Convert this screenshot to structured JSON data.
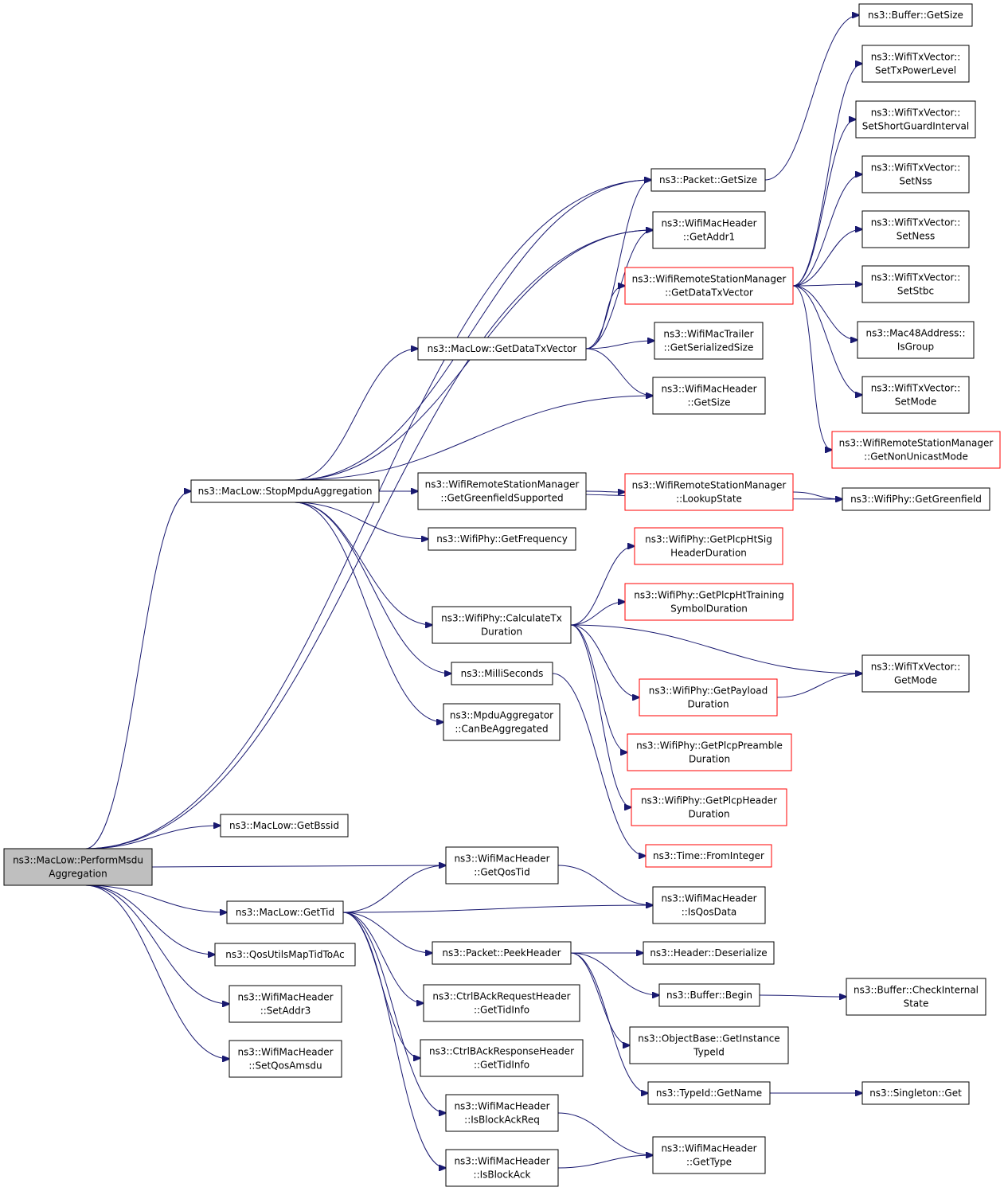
{
  "colors": {
    "edge": "#191970",
    "node_border": "#000000",
    "truncated_border": "#ff0000",
    "root_fill": "#bfbfbf",
    "node_fill": "#ffffff"
  },
  "nodes": [
    {
      "id": "perform_msdu",
      "lines": [
        "ns3::MacLow::PerformMsdu",
        "Aggregation"
      ],
      "style": "root"
    },
    {
      "id": "stop_mpdu",
      "lines": [
        "ns3::MacLow::StopMpduAggregation"
      ],
      "style": "normal"
    },
    {
      "id": "get_bssid",
      "lines": [
        "ns3::MacLow::GetBssid"
      ],
      "style": "normal"
    },
    {
      "id": "get_tid",
      "lines": [
        "ns3::MacLow::GetTid"
      ],
      "style": "normal"
    },
    {
      "id": "qos_map",
      "lines": [
        "ns3::QosUtilsMapTidToAc"
      ],
      "style": "normal"
    },
    {
      "id": "set_addr3",
      "lines": [
        "ns3::WifiMacHeader",
        "::SetAddr3"
      ],
      "style": "normal"
    },
    {
      "id": "set_qos_amsdu",
      "lines": [
        "ns3::WifiMacHeader",
        "::SetQosAmsdu"
      ],
      "style": "normal"
    },
    {
      "id": "get_data_txv",
      "lines": [
        "ns3::MacLow::GetDataTxVector"
      ],
      "style": "normal"
    },
    {
      "id": "get_gf_supported",
      "lines": [
        "ns3::WifiRemoteStationManager",
        "::GetGreenfieldSupported"
      ],
      "style": "normal"
    },
    {
      "id": "get_frequency",
      "lines": [
        "ns3::WifiPhy::GetFrequency"
      ],
      "style": "normal"
    },
    {
      "id": "calc_tx_dur",
      "lines": [
        "ns3::WifiPhy::CalculateTx",
        "Duration"
      ],
      "style": "normal"
    },
    {
      "id": "milliseconds",
      "lines": [
        "ns3::MilliSeconds"
      ],
      "style": "normal"
    },
    {
      "id": "can_be_agg",
      "lines": [
        "ns3::MpduAggregator",
        "::CanBeAggregated"
      ],
      "style": "normal"
    },
    {
      "id": "get_qos_tid",
      "lines": [
        "ns3::WifiMacHeader",
        "::GetQosTid"
      ],
      "style": "normal"
    },
    {
      "id": "peek_header",
      "lines": [
        "ns3::Packet::PeekHeader"
      ],
      "style": "normal"
    },
    {
      "id": "ctrl_req_tid",
      "lines": [
        "ns3::CtrlBAckRequestHeader",
        "::GetTidInfo"
      ],
      "style": "normal"
    },
    {
      "id": "ctrl_resp_tid",
      "lines": [
        "ns3::CtrlBAckResponseHeader",
        "::GetTidInfo"
      ],
      "style": "normal"
    },
    {
      "id": "is_back_req",
      "lines": [
        "ns3::WifiMacHeader",
        "::IsBlockAckReq"
      ],
      "style": "normal"
    },
    {
      "id": "is_back",
      "lines": [
        "ns3::WifiMacHeader",
        "::IsBlockAck"
      ],
      "style": "normal"
    },
    {
      "id": "packet_get_size",
      "lines": [
        "ns3::Packet::GetSize"
      ],
      "style": "normal"
    },
    {
      "id": "get_addr1",
      "lines": [
        "ns3::WifiMacHeader",
        "::GetAddr1"
      ],
      "style": "normal"
    },
    {
      "id": "rsm_get_data_txv",
      "lines": [
        "ns3::WifiRemoteStationManager",
        "::GetDataTxVector"
      ],
      "style": "truncated"
    },
    {
      "id": "trailer_ser_size",
      "lines": [
        "ns3::WifiMacTrailer",
        "::GetSerializedSize"
      ],
      "style": "normal"
    },
    {
      "id": "hdr_get_size",
      "lines": [
        "ns3::WifiMacHeader",
        "::GetSize"
      ],
      "style": "normal"
    },
    {
      "id": "lookup_state",
      "lines": [
        "ns3::WifiRemoteStationManager",
        "::LookupState"
      ],
      "style": "truncated"
    },
    {
      "id": "ht_sig",
      "lines": [
        "ns3::WifiPhy::GetPlcpHtSig",
        "HeaderDuration"
      ],
      "style": "truncated"
    },
    {
      "id": "ht_training",
      "lines": [
        "ns3::WifiPhy::GetPlcpHtTraining",
        "SymbolDuration"
      ],
      "style": "truncated"
    },
    {
      "id": "payload_dur",
      "lines": [
        "ns3::WifiPhy::GetPayload",
        "Duration"
      ],
      "style": "truncated"
    },
    {
      "id": "preamble_dur",
      "lines": [
        "ns3::WifiPhy::GetPlcpPreamble",
        "Duration"
      ],
      "style": "truncated"
    },
    {
      "id": "plcp_hdr_dur",
      "lines": [
        "ns3::WifiPhy::GetPlcpHeader",
        "Duration"
      ],
      "style": "truncated"
    },
    {
      "id": "from_integer",
      "lines": [
        "ns3::Time::FromInteger"
      ],
      "style": "truncated"
    },
    {
      "id": "is_qos_data",
      "lines": [
        "ns3::WifiMacHeader",
        "::IsQosData"
      ],
      "style": "normal"
    },
    {
      "id": "deserialize",
      "lines": [
        "ns3::Header::Deserialize"
      ],
      "style": "normal"
    },
    {
      "id": "buf_begin",
      "lines": [
        "ns3::Buffer::Begin"
      ],
      "style": "normal"
    },
    {
      "id": "get_inst_typeid",
      "lines": [
        "ns3::ObjectBase::GetInstance",
        "TypeId"
      ],
      "style": "normal"
    },
    {
      "id": "typeid_getname",
      "lines": [
        "ns3::TypeId::GetName"
      ],
      "style": "normal"
    },
    {
      "id": "hdr_get_type",
      "lines": [
        "ns3::WifiMacHeader",
        "::GetType"
      ],
      "style": "normal"
    },
    {
      "id": "buf_get_size",
      "lines": [
        "ns3::Buffer::GetSize"
      ],
      "style": "normal"
    },
    {
      "id": "set_tx_power",
      "lines": [
        "ns3::WifiTxVector::",
        "SetTxPowerLevel"
      ],
      "style": "normal"
    },
    {
      "id": "set_sgi",
      "lines": [
        "ns3::WifiTxVector::",
        "SetShortGuardInterval"
      ],
      "style": "normal"
    },
    {
      "id": "set_nss",
      "lines": [
        "ns3::WifiTxVector::",
        "SetNss"
      ],
      "style": "normal"
    },
    {
      "id": "set_ness",
      "lines": [
        "ns3::WifiTxVector::",
        "SetNess"
      ],
      "style": "normal"
    },
    {
      "id": "set_stbc",
      "lines": [
        "ns3::WifiTxVector::",
        "SetStbc"
      ],
      "style": "normal"
    },
    {
      "id": "is_group",
      "lines": [
        "ns3::Mac48Address::",
        "IsGroup"
      ],
      "style": "normal"
    },
    {
      "id": "set_mode",
      "lines": [
        "ns3::WifiTxVector::",
        "SetMode"
      ],
      "style": "normal"
    },
    {
      "id": "non_unicast",
      "lines": [
        "ns3::WifiRemoteStationManager",
        "::GetNonUnicastMode"
      ],
      "style": "truncated"
    },
    {
      "id": "phy_greenfield",
      "lines": [
        "ns3::WifiPhy::GetGreenfield"
      ],
      "style": "normal"
    },
    {
      "id": "txv_get_mode",
      "lines": [
        "ns3::WifiTxVector::",
        "GetMode"
      ],
      "style": "normal"
    },
    {
      "id": "check_internal",
      "lines": [
        "ns3::Buffer::CheckInternal",
        "State"
      ],
      "style": "normal"
    },
    {
      "id": "singleton_get",
      "lines": [
        "ns3::Singleton::Get"
      ],
      "style": "normal"
    }
  ],
  "edges": [
    {
      "from": "perform_msdu",
      "to": "stop_mpdu"
    },
    {
      "from": "perform_msdu",
      "to": "get_bssid"
    },
    {
      "from": "perform_msdu",
      "to": "get_qos_tid"
    },
    {
      "from": "perform_msdu",
      "to": "get_tid"
    },
    {
      "from": "perform_msdu",
      "to": "qos_map"
    },
    {
      "from": "perform_msdu",
      "to": "set_addr3"
    },
    {
      "from": "perform_msdu",
      "to": "set_qos_amsdu"
    },
    {
      "from": "perform_msdu",
      "to": "packet_get_size"
    },
    {
      "from": "perform_msdu",
      "to": "get_addr1"
    },
    {
      "from": "stop_mpdu",
      "to": "packet_get_size"
    },
    {
      "from": "stop_mpdu",
      "to": "get_addr1"
    },
    {
      "from": "stop_mpdu",
      "to": "get_data_txv"
    },
    {
      "from": "stop_mpdu",
      "to": "hdr_get_size"
    },
    {
      "from": "stop_mpdu",
      "to": "get_gf_supported"
    },
    {
      "from": "stop_mpdu",
      "to": "phy_greenfield"
    },
    {
      "from": "stop_mpdu",
      "to": "get_frequency"
    },
    {
      "from": "stop_mpdu",
      "to": "calc_tx_dur"
    },
    {
      "from": "stop_mpdu",
      "to": "milliseconds"
    },
    {
      "from": "stop_mpdu",
      "to": "can_be_agg"
    },
    {
      "from": "get_data_txv",
      "to": "packet_get_size"
    },
    {
      "from": "get_data_txv",
      "to": "get_addr1"
    },
    {
      "from": "get_data_txv",
      "to": "rsm_get_data_txv"
    },
    {
      "from": "get_data_txv",
      "to": "trailer_ser_size"
    },
    {
      "from": "get_data_txv",
      "to": "hdr_get_size"
    },
    {
      "from": "packet_get_size",
      "to": "buf_get_size"
    },
    {
      "from": "rsm_get_data_txv",
      "to": "set_tx_power"
    },
    {
      "from": "rsm_get_data_txv",
      "to": "set_sgi"
    },
    {
      "from": "rsm_get_data_txv",
      "to": "set_nss"
    },
    {
      "from": "rsm_get_data_txv",
      "to": "set_ness"
    },
    {
      "from": "rsm_get_data_txv",
      "to": "set_stbc"
    },
    {
      "from": "rsm_get_data_txv",
      "to": "is_group"
    },
    {
      "from": "rsm_get_data_txv",
      "to": "set_mode"
    },
    {
      "from": "rsm_get_data_txv",
      "to": "non_unicast"
    },
    {
      "from": "get_gf_supported",
      "to": "lookup_state"
    },
    {
      "from": "lookup_state",
      "to": "phy_greenfield"
    },
    {
      "from": "calc_tx_dur",
      "to": "ht_sig"
    },
    {
      "from": "calc_tx_dur",
      "to": "ht_training"
    },
    {
      "from": "calc_tx_dur",
      "to": "txv_get_mode"
    },
    {
      "from": "calc_tx_dur",
      "to": "payload_dur"
    },
    {
      "from": "calc_tx_dur",
      "to": "preamble_dur"
    },
    {
      "from": "calc_tx_dur",
      "to": "plcp_hdr_dur"
    },
    {
      "from": "payload_dur",
      "to": "txv_get_mode"
    },
    {
      "from": "milliseconds",
      "to": "from_integer"
    },
    {
      "from": "get_tid",
      "to": "get_qos_tid"
    },
    {
      "from": "get_tid",
      "to": "is_qos_data"
    },
    {
      "from": "get_tid",
      "to": "peek_header"
    },
    {
      "from": "get_tid",
      "to": "ctrl_req_tid"
    },
    {
      "from": "get_tid",
      "to": "ctrl_resp_tid"
    },
    {
      "from": "get_tid",
      "to": "is_back_req"
    },
    {
      "from": "get_tid",
      "to": "is_back"
    },
    {
      "from": "get_qos_tid",
      "to": "is_qos_data"
    },
    {
      "from": "peek_header",
      "to": "deserialize"
    },
    {
      "from": "peek_header",
      "to": "buf_begin"
    },
    {
      "from": "peek_header",
      "to": "get_inst_typeid"
    },
    {
      "from": "peek_header",
      "to": "typeid_getname"
    },
    {
      "from": "buf_begin",
      "to": "check_internal"
    },
    {
      "from": "typeid_getname",
      "to": "singleton_get"
    },
    {
      "from": "is_back_req",
      "to": "hdr_get_type"
    },
    {
      "from": "is_back",
      "to": "hdr_get_type"
    }
  ]
}
